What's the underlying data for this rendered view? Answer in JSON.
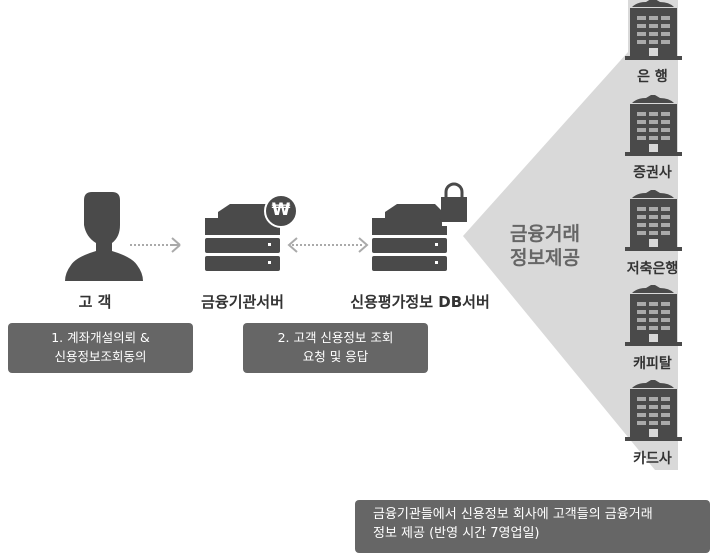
{
  "customer": {
    "label": "고 객",
    "step_box": [
      "1. 계좌개설의뢰 &",
      "신용정보조회동의"
    ]
  },
  "bank_server": {
    "label": "금융기관서버",
    "badge": "₩",
    "step_box": [
      "2. 고객 신용정보 조회",
      "요청 및 응답"
    ]
  },
  "cb_server": {
    "label": "신용평가정보 DB서버"
  },
  "fan_label": [
    "금융거래",
    "정보제공"
  ],
  "institutions": [
    "은 행",
    "증권사",
    "저축은행",
    "캐피탈",
    "카드사"
  ],
  "bottom_box": [
    "금융기관들에서 신용정보 회사에 고객들의 금융거래",
    "정보 제공 (반영 시간 7영업일)"
  ],
  "colors": {
    "icon": "#4a4a4a",
    "box": "#666666",
    "fan": "#d9d9d9",
    "arrow": "#aaaaaa"
  }
}
